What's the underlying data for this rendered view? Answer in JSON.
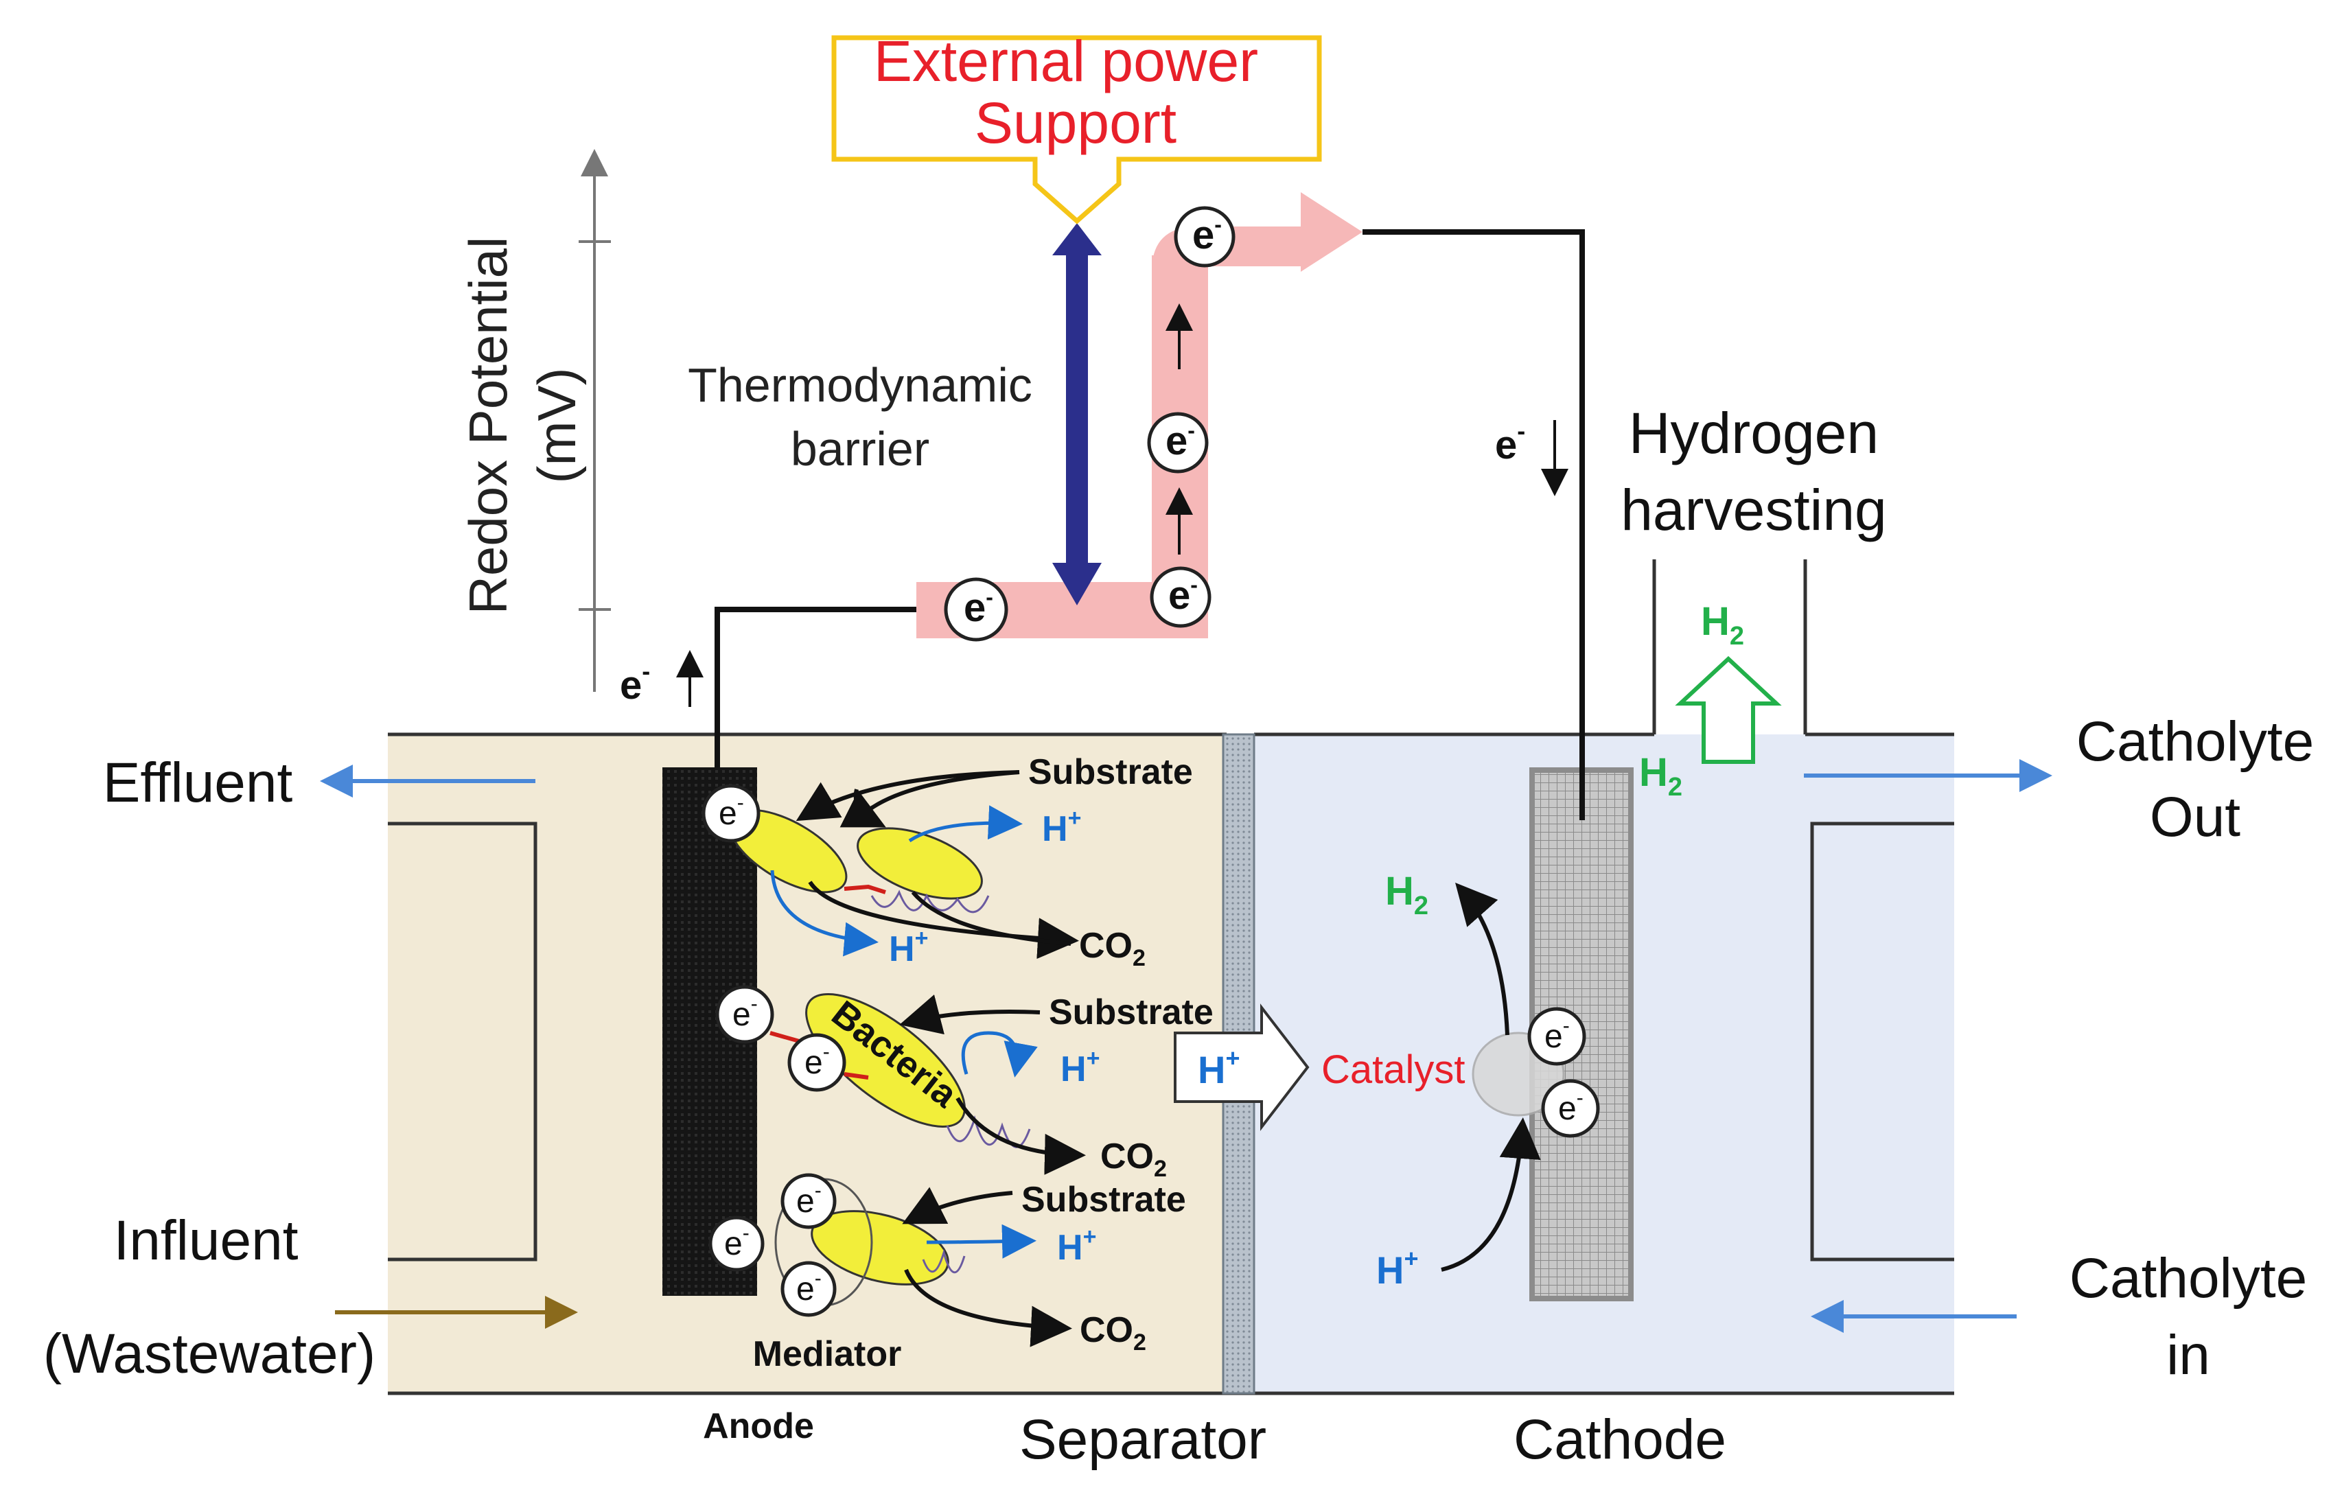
{
  "diagram": {
    "external_power": {
      "line1": "External power",
      "line2": "Support"
    },
    "redox_axis": {
      "line1": "Redox Potential",
      "line2": "(mV)"
    },
    "barrier": {
      "line1": "Thermodynamic",
      "line2": "barrier"
    },
    "hydrogen": {
      "line1": "Hydrogen",
      "line2": "harvesting"
    },
    "electron": {
      "symbol": "e",
      "charge": "-"
    },
    "proton": {
      "symbol": "H",
      "charge": "+"
    },
    "h2": {
      "symbol": "H",
      "sub": "2"
    },
    "co2": {
      "symbol": "CO",
      "sub": "2"
    },
    "labels": {
      "effluent": "Effluent",
      "influent": "Influent",
      "wastewater": "(Wastewater)",
      "catholyte_out_1": "Catholyte",
      "catholyte_out_2": "Out",
      "catholyte_in_1": "Catholyte",
      "catholyte_in_2": "in",
      "substrate": "Substrate",
      "bacteria": "Bacteria",
      "mediator": "Mediator",
      "catalyst": "Catalyst",
      "anode": "Anode",
      "separator": "Separator",
      "cathode": "Cathode"
    },
    "colors": {
      "anode_chamber": "#f2ead6",
      "cathode_chamber": "#e4eaf6",
      "electron_path": "#f6b8b8",
      "barrier_arrow": "#2b2f8c",
      "power_box": "#f5c518",
      "power_text": "#e8202a",
      "h2_green": "#22b04a",
      "proton_blue": "#1a6fd0",
      "flow_blue": "#4a88d8",
      "influent_brown": "#8a6a1c",
      "bacteria_yellow": "#f2ee3a"
    }
  }
}
